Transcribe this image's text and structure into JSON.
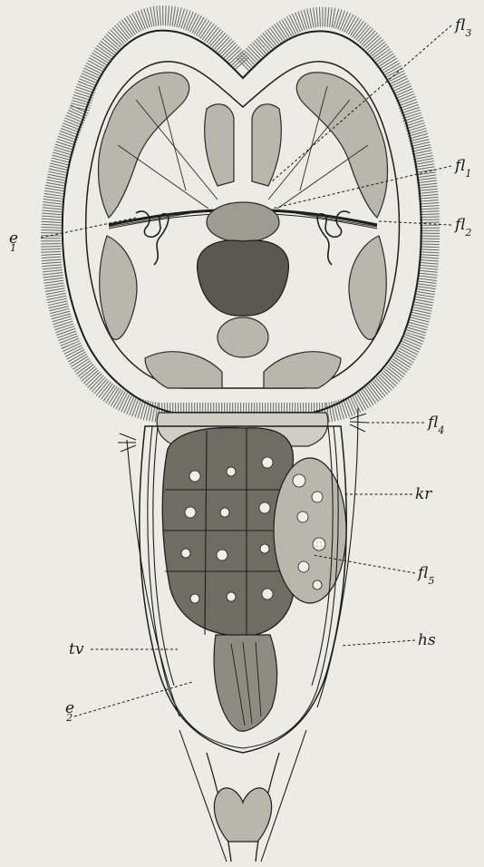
{
  "labels": {
    "fl3": {
      "text": "fl",
      "sub": "3"
    },
    "fl1": {
      "text": "fl",
      "sub": "1"
    },
    "fl2": {
      "text": "fl",
      "sub": "2"
    },
    "e1": {
      "text": "e",
      "sub": "1"
    },
    "fl4": {
      "text": "fl",
      "sub": "4"
    },
    "kr": {
      "text": "kr"
    },
    "fl5": {
      "text": "fl",
      "sub": "5"
    },
    "tv": {
      "text": "tv"
    },
    "hs": {
      "text": "hs"
    },
    "e2": {
      "text": "e",
      "sub": "2"
    }
  },
  "colors": {
    "background": "#ecebe5",
    "ink": "#1e1e1e",
    "cilia": "#3a3a3a",
    "cavity": "#f3f2ec",
    "tissue": "#b9b6ab",
    "dark_organ": "#5b5852",
    "stomach": "#8e8b82"
  }
}
